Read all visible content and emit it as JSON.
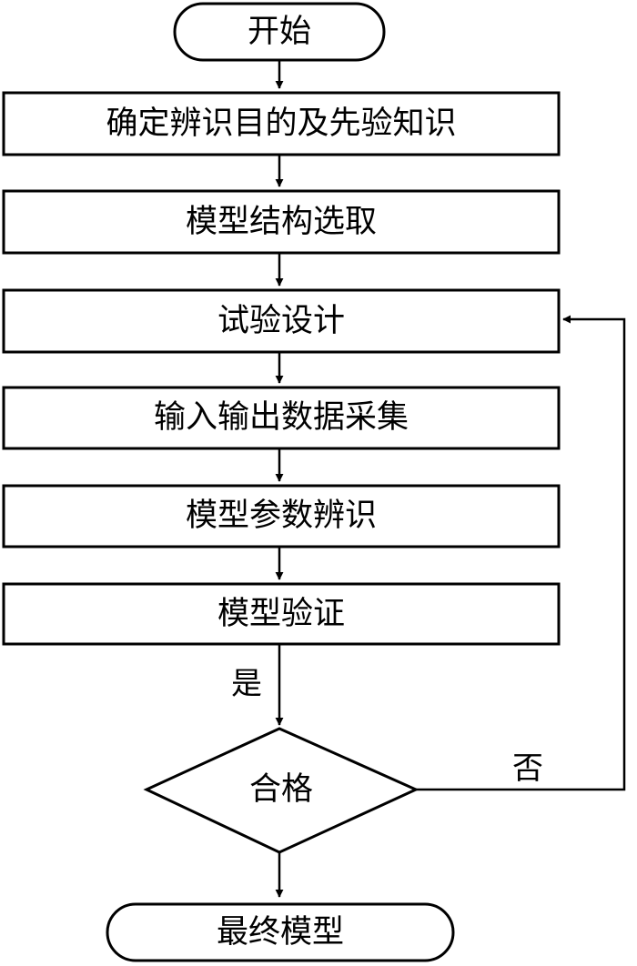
{
  "flowchart": {
    "start": "开始",
    "steps": [
      "确定辨识目的及先验知识",
      "模型结构选取",
      "试验设计",
      "输入输出数据采集",
      "模型参数辨识",
      "模型验证"
    ],
    "decision": "合格",
    "yes_label": "是",
    "no_label": "否",
    "end": "最终模型"
  },
  "colors": {
    "stroke": "#000000",
    "fill": "#ffffff",
    "text": "#000000"
  }
}
